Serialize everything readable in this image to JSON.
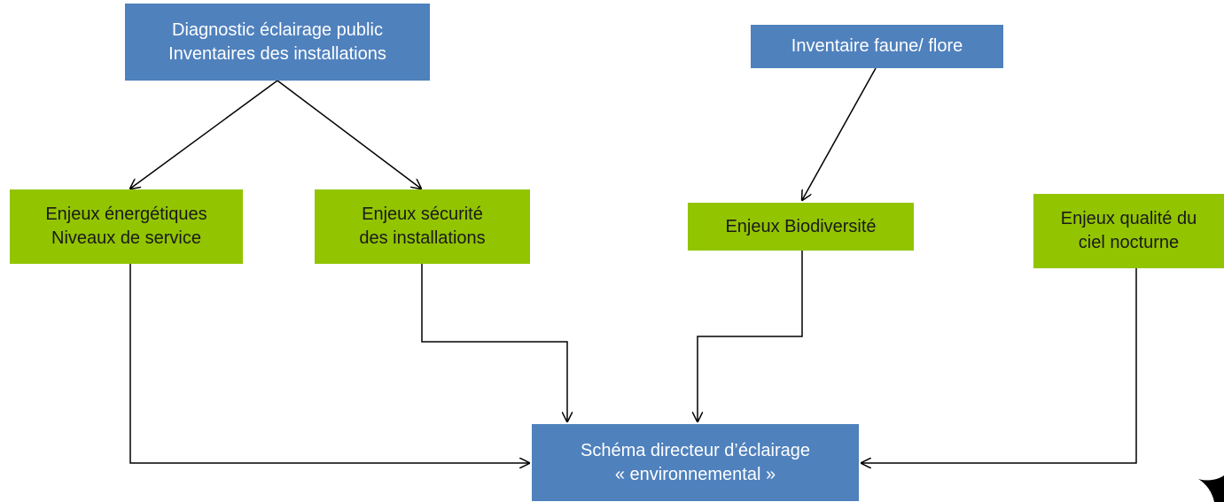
{
  "nodes": {
    "diagnostic": "Diagnostic éclairage public\nInventaires des installations",
    "inventaire": "Inventaire faune/ flore",
    "energetiques": "Enjeux énergétiques\nNiveaux de service",
    "securite": "Enjeux sécurité\ndes installations",
    "biodiversite": "Enjeux Biodiversité",
    "ciel": "Enjeux qualité du\nciel nocturne",
    "schema": "Schéma directeur d’éclairage\n« environnemental »"
  },
  "colors": {
    "source_box": "#4f81bd",
    "issue_box": "#92c400",
    "arrow": "#000000"
  },
  "edges": [
    {
      "from": "diagnostic",
      "to": "energetiques"
    },
    {
      "from": "diagnostic",
      "to": "securite"
    },
    {
      "from": "inventaire",
      "to": "biodiversite"
    },
    {
      "from": "energetiques",
      "to": "schema"
    },
    {
      "from": "securite",
      "to": "schema"
    },
    {
      "from": "biodiversite",
      "to": "schema"
    },
    {
      "from": "ciel",
      "to": "schema"
    }
  ]
}
